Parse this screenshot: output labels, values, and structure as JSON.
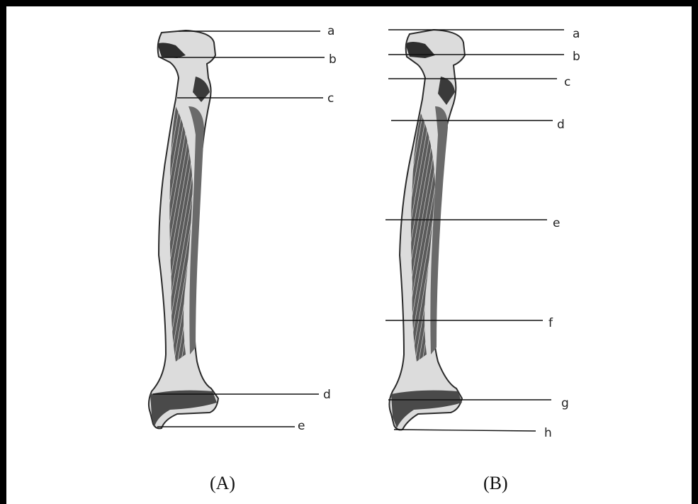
{
  "figure_a": {
    "caption": "(A)",
    "labels": [
      "a",
      "b",
      "c",
      "d",
      "e"
    ]
  },
  "figure_b": {
    "caption": "(B)",
    "labels": [
      "a",
      "b",
      "c",
      "d",
      "e",
      "f",
      "g",
      "h"
    ]
  },
  "colors": {
    "border": "#000000",
    "bone_fill": "#dcdcdc",
    "bone_shade": "#3a3a3a",
    "leader_line": "#111111"
  }
}
